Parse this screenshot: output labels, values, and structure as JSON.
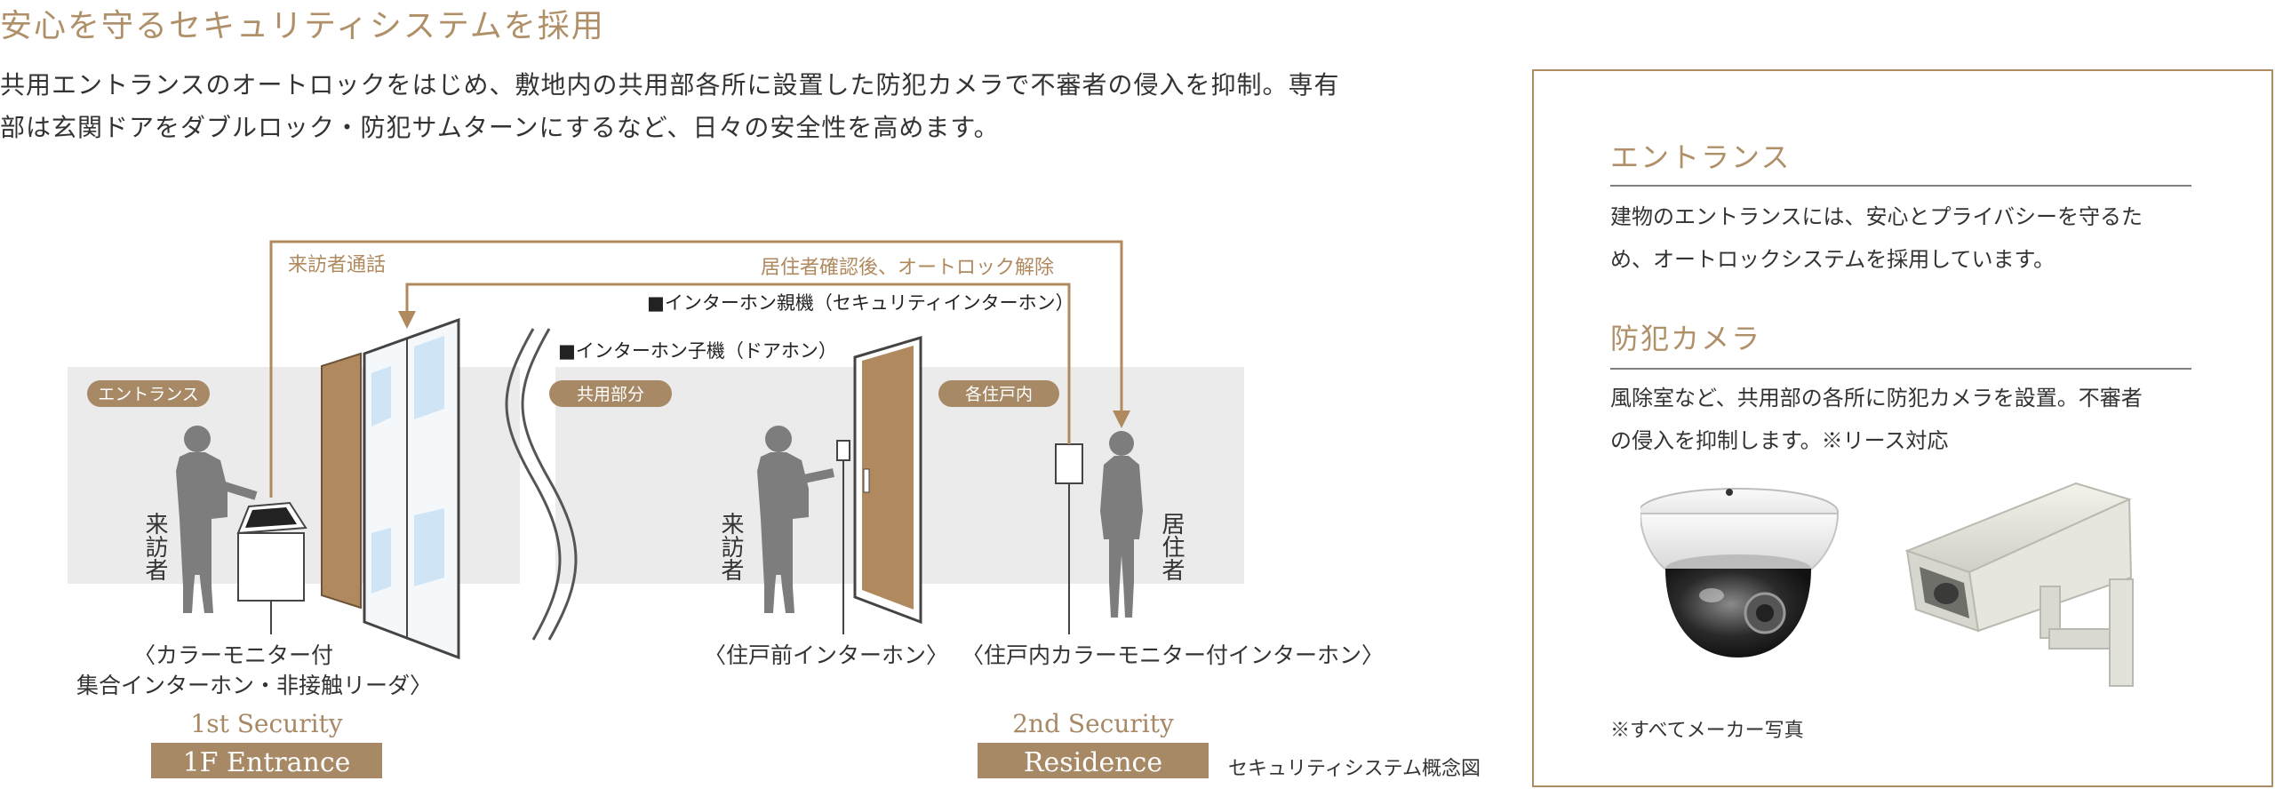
{
  "heading": "安心を守るセキュリティシステムを採用",
  "intro": [
    "共用エントランスのオートロックをはじめ、敷地内の共用部各所に設置した防犯カメラで不審者の侵入を抑制。専有",
    "部は玄関ドアをダブルロック・防犯サムターンにするなど、日々の安全性を高めます。"
  ],
  "diagram": {
    "flow_visitor_call": "来訪者通話",
    "flow_unlock": "居住者確認後、オートロック解除",
    "master_unit": "■インターホン親機（セキュリティインターホン）",
    "door_unit": "■インターホン子機（ドアホン）",
    "zone_entrance": "エントランス",
    "zone_common": "共用部分",
    "zone_unit": "各住戸内",
    "visitor_label": "来訪者",
    "resident_label": "居住者",
    "device_panel_line1": "〈カラーモニター付",
    "device_panel_line2": "集合インターホン・非接触リーダ〉",
    "device_door": "〈住戸前インターホン〉",
    "device_indoor": "〈住戸内カラーモニター付インターホン〉",
    "security1_sub": "1st Security",
    "security1_main": "1F Entrance",
    "security2_sub": "2nd Security",
    "security2_main": "Residence",
    "caption": "セキュリティシステム概念図"
  },
  "panel": {
    "entrance_title": "エントランス",
    "entrance_text": [
      "建物のエントランスには、安心とプライバシーを守るた",
      "め、オートロックシステムを採用しています。"
    ],
    "camera_title": "防犯カメラ",
    "camera_text": [
      "風除室など、共用部の各所に防犯カメラを設置。不審者",
      "の侵入を抑制します。※リース対応"
    ],
    "note": "※すべてメーカー写真"
  },
  "colors": {
    "accent": "#b09068",
    "brown": "#b08a5e",
    "badge": "#a88966",
    "figure": "#7d7d7d",
    "band": "#ebebeb"
  }
}
